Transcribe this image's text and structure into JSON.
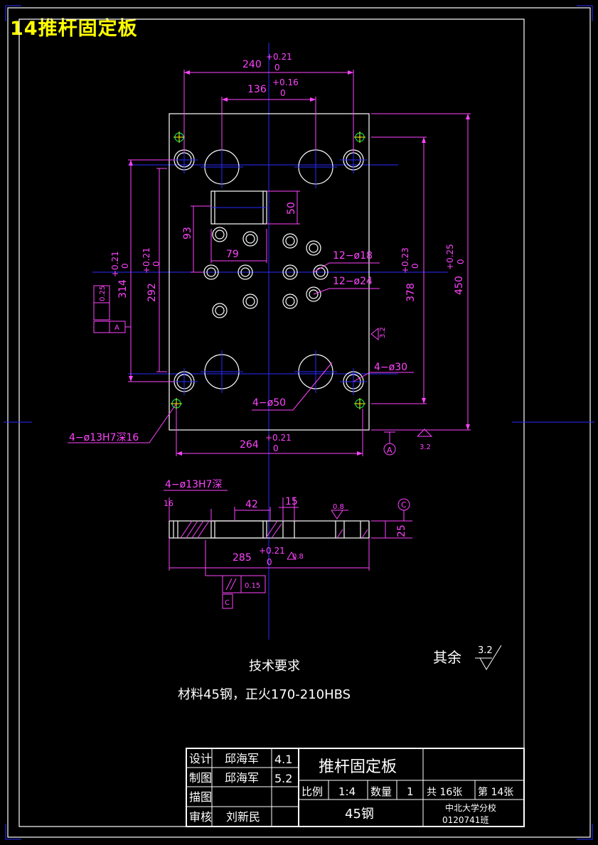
{
  "title": "14推杆固定板",
  "colors": {
    "background": "#000000",
    "frame": "#ffffff",
    "dimension": "#ff44ff",
    "centerline": "#2a2aff",
    "hole": "#ffffff",
    "yellow": "#ffff00",
    "green": "#00ff66"
  },
  "top_view": {
    "dims": {
      "w240": "240",
      "w240_tol_up": "+0.21",
      "w240_tol_dn": "0",
      "w136": "136",
      "w136_tol_up": "+0.16",
      "w136_tol_dn": "0",
      "h50": "50",
      "h93": "93",
      "w79": "79",
      "h314": "314",
      "h314_tol_up": "+0.21",
      "h314_tol_dn": "0",
      "h292": "292",
      "h292_tol_up": "+0.21",
      "h292_tol_dn": "0",
      "h378": "378",
      "h378_tol_up": "+0.23",
      "h378_tol_dn": "0",
      "h450": "450",
      "h450_tol_up": "+0.25",
      "h450_tol_dn": "0",
      "w264": "264",
      "w264_tol_up": "+0.21",
      "w264_tol_dn": "0"
    },
    "callouts": {
      "holes18": "12−ø18",
      "holes24": "12−ø24",
      "holes30": "4−ø30",
      "holes50": "4−ø50",
      "holes13": "4−ø13H7深16"
    },
    "datum_a": "A",
    "roughness": "3.2",
    "tol_value": "0.25",
    "tol_datum": "A"
  },
  "side_view": {
    "callout13": "4−ø13H7深",
    "depth16": "16",
    "w42": "42",
    "w15": "15",
    "r08": "0.8",
    "r08b": "0.8",
    "datum_c": "C",
    "h25": "25",
    "w285": "285",
    "w285_tol_up": "+0.21",
    "w285_tol_dn": "0",
    "parallel_value": "0.15",
    "parallel_datum": "C"
  },
  "notes": {
    "rest_label": "其余",
    "rest_value": "3.2",
    "heading": "技术要求",
    "material_line": "材料45钢，正火170-210HBS"
  },
  "title_block": {
    "design_label": "设计",
    "design_name": "邱海军",
    "design_date": "4.1",
    "draw_label": "制图",
    "draw_name": "邱海军",
    "draw_date": "5.2",
    "trace_label": "描图",
    "review_label": "审核",
    "review_name": "刘新民",
    "part_name": "推杆固定板",
    "scale_label": "比例",
    "scale_value": "1:4",
    "qty_label": "数量",
    "qty_value": "1",
    "sheets": "共 16张",
    "sheet_no": "第 14张",
    "material": "45钢",
    "school": "中北大学分校",
    "class_id": "0120741班"
  }
}
